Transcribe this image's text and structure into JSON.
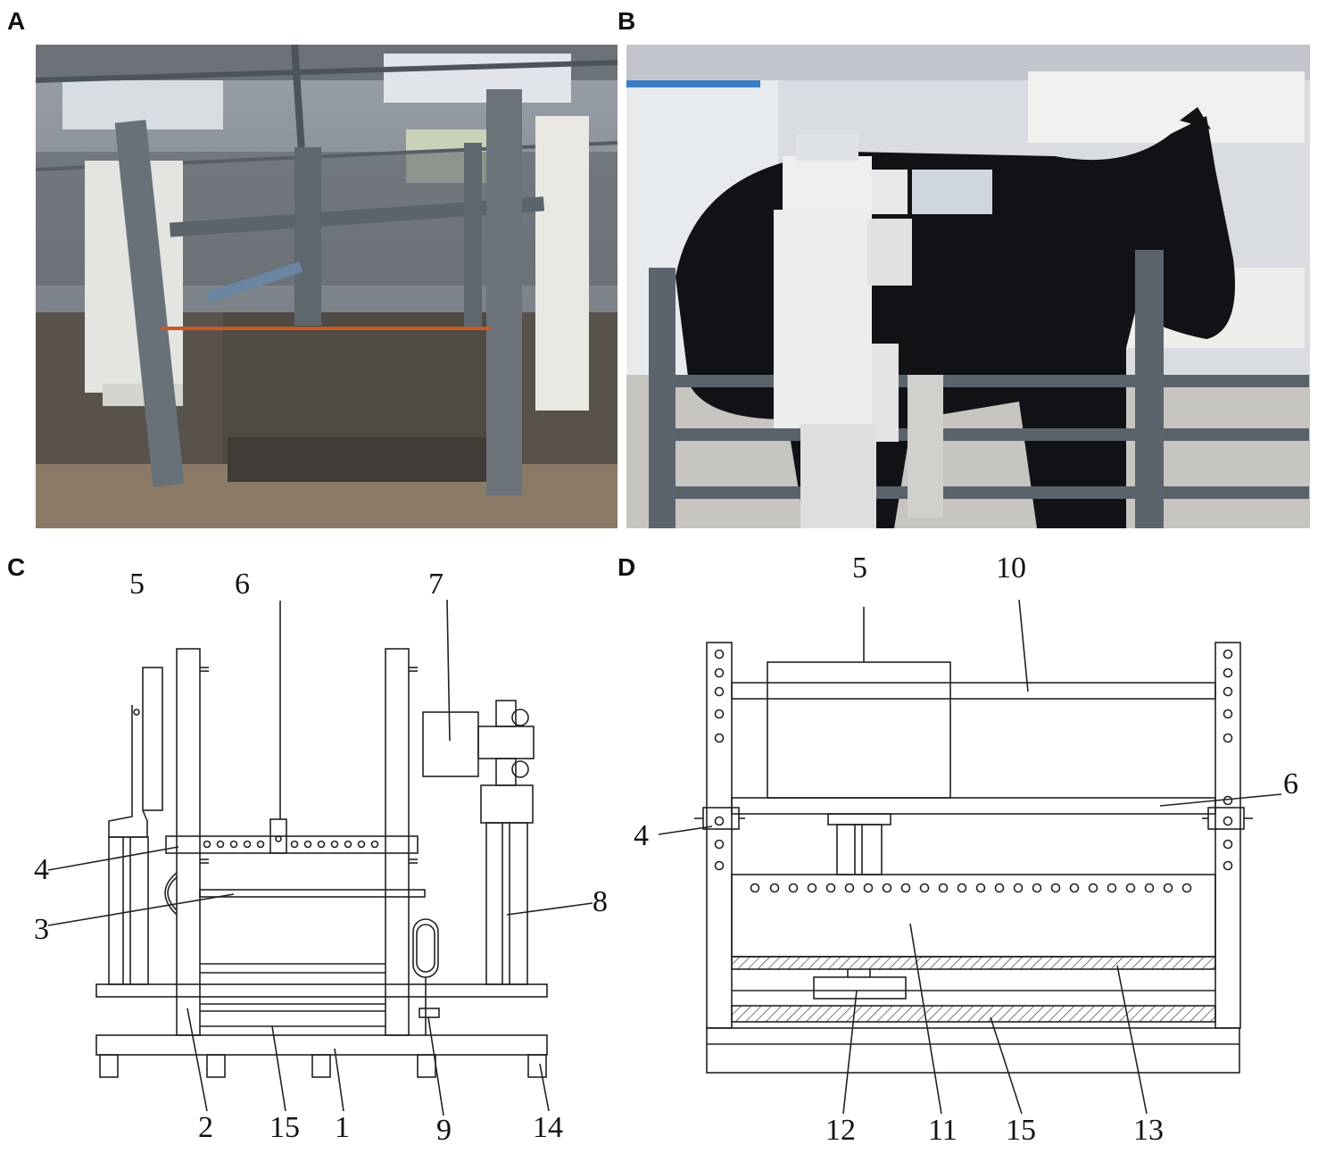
{
  "panels": {
    "A": "A",
    "B": "B",
    "C": "C",
    "D": "D"
  },
  "diagram_c_labels": {
    "l5": "5",
    "l6": "6",
    "l7": "7",
    "l4": "4",
    "l3": "3",
    "l8": "8",
    "l2": "2",
    "l15": "15",
    "l1": "1",
    "l9": "9",
    "l14": "14"
  },
  "diagram_d_labels": {
    "l5": "5",
    "l10": "10",
    "l6": "6",
    "l4": "4",
    "l12": "12",
    "l11": "11",
    "l15": "15",
    "l13": "13"
  }
}
